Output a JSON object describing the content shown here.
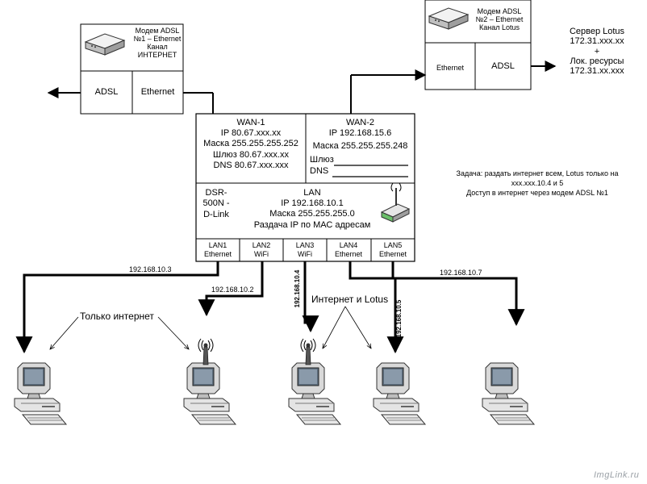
{
  "modem1": {
    "label_lines": [
      "Модем ADSL",
      "№1 – Ethernet",
      "Канал",
      "ИНТЕРНЕТ"
    ],
    "port_left": "ADSL",
    "port_right": "Ethernet"
  },
  "modem2": {
    "label_lines": [
      "Модем ADSL",
      "№2 – Ethernet",
      "Канал Lotus"
    ],
    "port_left": "Ethernet",
    "port_right": "ADSL"
  },
  "server": {
    "lines": [
      "Сервер Lotus",
      "172.31.xxx.xx",
      "+",
      "Лок. ресурсы",
      "172.31.xx.xxx"
    ]
  },
  "router": {
    "wan1": {
      "lines": [
        "WAN-1",
        "IP 80.67.xxx.xx",
        "Маска 255.255.255.252",
        "Шлюз 80.67.xxx.xx",
        "DNS 80.67.xxx.xxx"
      ]
    },
    "wan2": {
      "title": "WAN-2",
      "ip": "IP 192.168.15.6",
      "mask": "Маска 255.255.255.248",
      "gateway": "Шлюз",
      "dns": "DNS"
    },
    "model_lines": [
      "DSR-",
      "500N -",
      "D-Link"
    ],
    "lan": {
      "lines": [
        "LAN",
        "IP 192.168.10.1",
        "Маска 255.255.255.0",
        "Раздача IP по МАС адресам"
      ]
    },
    "ports": [
      {
        "name": "LAN1",
        "type": "Ethernet"
      },
      {
        "name": "LAN2",
        "type": "WiFi"
      },
      {
        "name": "LAN3",
        "type": "WiFi"
      },
      {
        "name": "LAN4",
        "type": "Ethernet"
      },
      {
        "name": "LAN5",
        "type": "Ethernet"
      }
    ]
  },
  "task": {
    "lines": [
      "Задача: раздать интернет всем, Lotus только на",
      "xxx.xxx.10.4 и 5",
      "Доступ в интернет через модем ADSL №1"
    ]
  },
  "ip_labels": {
    "pc1": "192.168.10.3",
    "pc2": "192.168.10.2",
    "pc3": "192.168.10.4",
    "pc4": "192.168.10.5",
    "pc5": "192.168.10.7"
  },
  "annotations": {
    "internet_only": "Только интернет",
    "internet_lotus": "Интернет и Lotus"
  },
  "watermark": "ImgLink.ru"
}
